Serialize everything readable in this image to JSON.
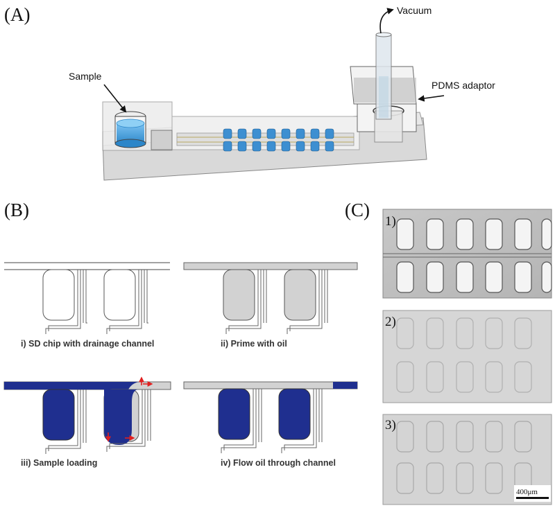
{
  "panels": {
    "a": {
      "letter": "(A)",
      "labels": {
        "sample": "Sample",
        "vacuum": "Vacuum",
        "pdms": "PDMS adaptor"
      }
    },
    "b": {
      "letter": "(B)",
      "steps": [
        "i) SD chip with drainage channel",
        "ii) Prime with oil",
        "iii) Sample loading",
        "iv) Flow oil through channel"
      ]
    },
    "c": {
      "letter": "(C)",
      "images": [
        "1)",
        "2)",
        "3)"
      ],
      "scale_bar": "400μm"
    }
  },
  "colors": {
    "sample_blue": "#1f2f8f",
    "oil_gray": "#d2d2d2",
    "arrow_red": "#e02020",
    "reservoir_blue": "#4aa3e0"
  }
}
